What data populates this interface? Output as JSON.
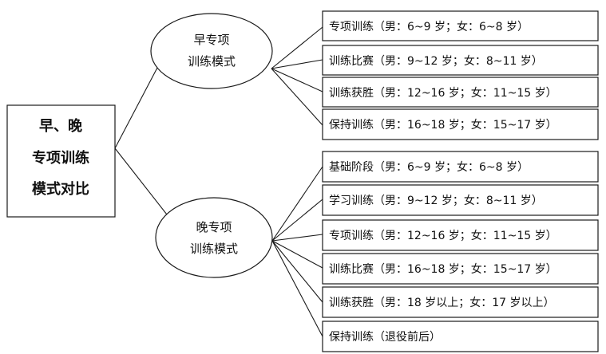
{
  "root": {
    "lines": [
      "早、晚",
      "专项训练",
      "模式对比"
    ]
  },
  "groups": [
    {
      "label_lines": [
        "早专项",
        "训练模式"
      ],
      "items": [
        "专项训练（男：6~9 岁；女：6~8 岁）",
        "训练比赛（男：9~12 岁；女：8~11 岁）",
        "训练获胜（男：12~16 岁；女：11~15 岁）",
        "保持训练（男：16~18 岁；女：15~17 岁）"
      ]
    },
    {
      "label_lines": [
        "晚专项",
        "训练模式"
      ],
      "items": [
        "基础阶段（男：6~9 岁；女：6~8 岁）",
        "学习训练（男：9~12 岁；女：8~11 岁）",
        "专项训练（男：12~16 岁；女：11~15 岁）",
        "训练比赛（男：16~18 岁；女：15~17 岁）",
        "训练获胜（男：18 岁以上；女：17 岁以上）",
        "保持训练（退役前后）"
      ]
    }
  ]
}
